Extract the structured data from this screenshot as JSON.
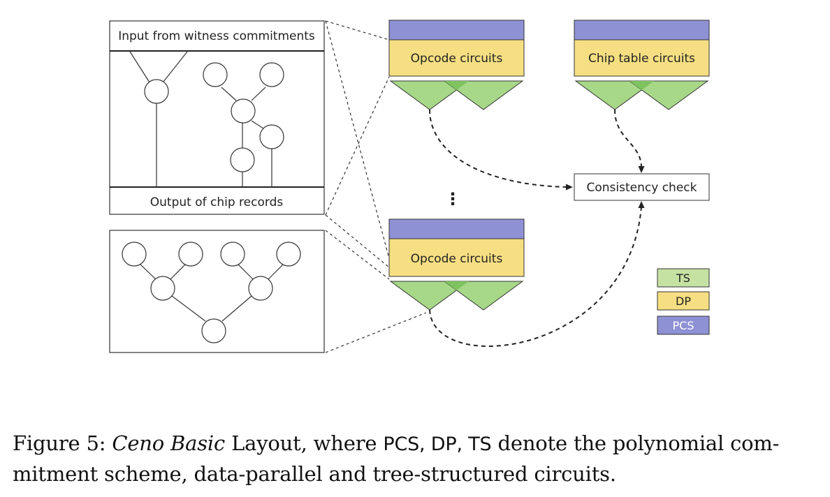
{
  "diagram": {
    "left_box": {
      "input_label": "Input from witness commitments",
      "output_label": "Output of chip records"
    },
    "opcode_top": {
      "label": "Opcode circuits"
    },
    "chip_table": {
      "label": "Chip table circuits"
    },
    "opcode_bottom": {
      "label": "Opcode circuits"
    },
    "consistency": {
      "label": "Consistency check"
    },
    "ellipsis": "⋮",
    "legend": {
      "items": [
        {
          "label": "TS",
          "color": "#c6e2a3"
        },
        {
          "label": "DP",
          "color": "#f6df82"
        },
        {
          "label": "PCS",
          "color": "#8e91d4"
        }
      ]
    },
    "colors": {
      "pcs": "#8e91d4",
      "dp": "#f6df82",
      "ts": "#a7d888",
      "ts_overlap": "#7fc35f"
    }
  },
  "caption": {
    "figure_label": "Figure 5:",
    "title_italic": "Ceno Basic",
    "text_1": " Layout, where ",
    "abbr_1": "PCS, DP, TS",
    "text_2": " denote the polynomial com-",
    "line_2": "mitment scheme, data-parallel and tree-structured circuits."
  }
}
